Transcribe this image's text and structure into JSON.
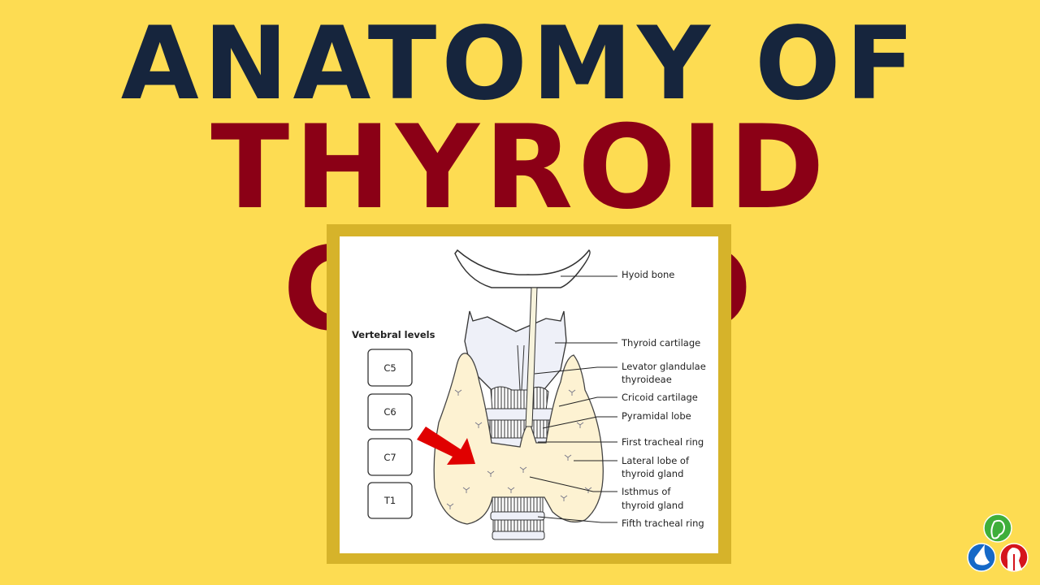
{
  "title": {
    "line1": "ANATOMY OF",
    "line2": "THYROID GLAND"
  },
  "colors": {
    "background": "#fddc52",
    "title_line1": "#16253d",
    "title_line2": "#8b0016",
    "frame": "#d6b32a",
    "arrow": "#e00000"
  },
  "diagram": {
    "vertebral_heading": "Vertebral levels",
    "vertebral_levels": [
      "C5",
      "C6",
      "C7",
      "T1"
    ],
    "labels": {
      "hyoid": "Hyoid bone",
      "thyroid_cartilage": "Thyroid cartilage",
      "levator_1": "Levator glandulae",
      "levator_2": "thyroideae",
      "cricoid": "Cricoid cartilage",
      "pyramidal": "Pyramidal lobe",
      "first_ring": "First tracheal ring",
      "lateral_1": "Lateral lobe of",
      "lateral_2": "thyroid gland",
      "isthmus_1": "Isthmus of",
      "isthmus_2": "thyroid gland",
      "fifth_ring": "Fifth tracheal ring"
    }
  },
  "logo_icons": [
    "ear-icon",
    "nose-icon",
    "throat-icon"
  ]
}
